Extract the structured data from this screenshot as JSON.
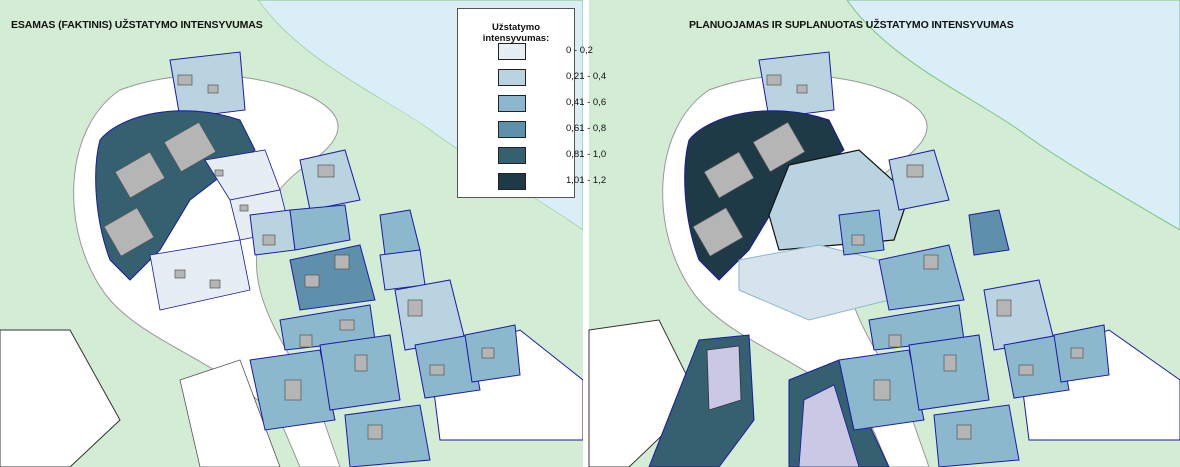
{
  "panels": {
    "left_title": "ESAMAS (FAKTINIS) UŽSTATYMO INTENSYVUMAS",
    "right_title": "PLANUOJAMAS IR SUPLANUOTAS UŽSTATYMO INTENSYVUMAS"
  },
  "legend": {
    "title": "Užstatymo intensyvumas:",
    "items": [
      {
        "label": "0 - 0,2",
        "color": "#e6eef3"
      },
      {
        "label": "0,21 - 0,4",
        "color": "#b9d4e0"
      },
      {
        "label": "0,41 - 0,6",
        "color": "#8bb8cd"
      },
      {
        "label": "0,61 - 0,8",
        "color": "#5e90ab"
      },
      {
        "label": "0,81 - 1,0",
        "color": "#34606f"
      },
      {
        "label": "1,01 - 1,2",
        "color": "#1d3a46"
      }
    ]
  },
  "colors": {
    "water": "#d9eef7",
    "greenery": "#d3ecd4",
    "road": "#ffffff",
    "building": "#b5b5b5",
    "parcel_border": "#1a1aa8",
    "planned_parcel": "#cbc8e6"
  }
}
